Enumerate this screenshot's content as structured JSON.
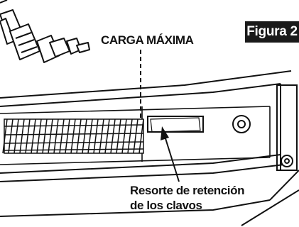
{
  "figure": {
    "badge": "Figura 2",
    "label_max_load": "CARGA MÁXIMA",
    "label_spring_line1": "Resorte de retención",
    "label_spring_line2": "de los clavos"
  },
  "colors": {
    "ink": "#111111",
    "badge_bg": "#1a1a1a",
    "badge_text": "#ffffff",
    "background": "#ffffff"
  },
  "icons": [
    "air-fitting-icon",
    "nail-strip-icon",
    "spring-latch-icon",
    "pivot-screw-icon"
  ]
}
